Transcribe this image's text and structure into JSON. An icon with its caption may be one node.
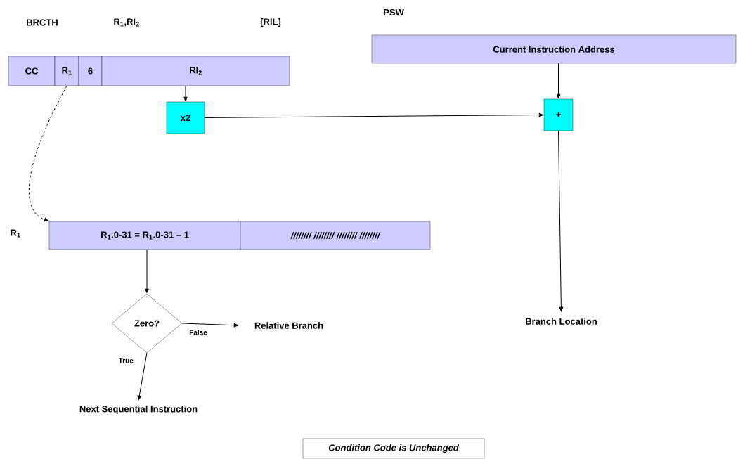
{
  "diagram": {
    "nodes": [
      {
        "text": [
          "CC"
        ]
      },
      {
        "text": [
          "R$_{1}$"
        ]
      },
      {
        "text": [
          "6"
        ]
      },
      {
        "text": [
          "RI$_{2}$"
        ]
      },
      {
        "text": [
          "x2"
        ]
      },
      {
        "text": [
          "PSW",
          "Current Instruction Address"
        ]
      },
      {
        "text": [
          "+"
        ]
      },
      {
        "text": [
          "R$_{1}$.0-31 = R$_{1}$.0-31 – 1"
        ]
      },
      {
        "text": [
          "//////// //////// //////// ////////"
        ]
      },
      {
        "text": [
          "Zero?"
        ]
      },
      {
        "text": [
          "Relative Branch"
        ]
      },
      {
        "text": [
          "Next Sequential Instruction"
        ]
      },
      {
        "text": [
          "Branch Location"
        ]
      },
      {
        "text": [
          "Condition Code is Unchanged"
        ]
      }
    ],
    "edges": [
      {
        "from": 1,
        "to": 7,
        "arrow": "to",
        "style": "dashed"
      },
      {
        "from": 3,
        "to": 4,
        "arrow": "to"
      },
      {
        "from": 4,
        "to": 6,
        "arrow": "to"
      },
      {
        "from": 5,
        "to": 6,
        "arrow": "to"
      },
      {
        "from": 6,
        "to": 12,
        "arrow": "to"
      },
      {
        "from": 7,
        "to": 9,
        "arrow": "to"
      },
      {
        "from": 9,
        "to": 10,
        "arrow": "to",
        "label": "False"
      },
      {
        "from": 9,
        "to": 11,
        "arrow": "to",
        "label": "True"
      }
    ],
    "labels": [
      "BRCTH",
      "R$_{1}$,RI$_{2}$",
      "[RIL]",
      "R$_{1}$"
    ]
  }
}
